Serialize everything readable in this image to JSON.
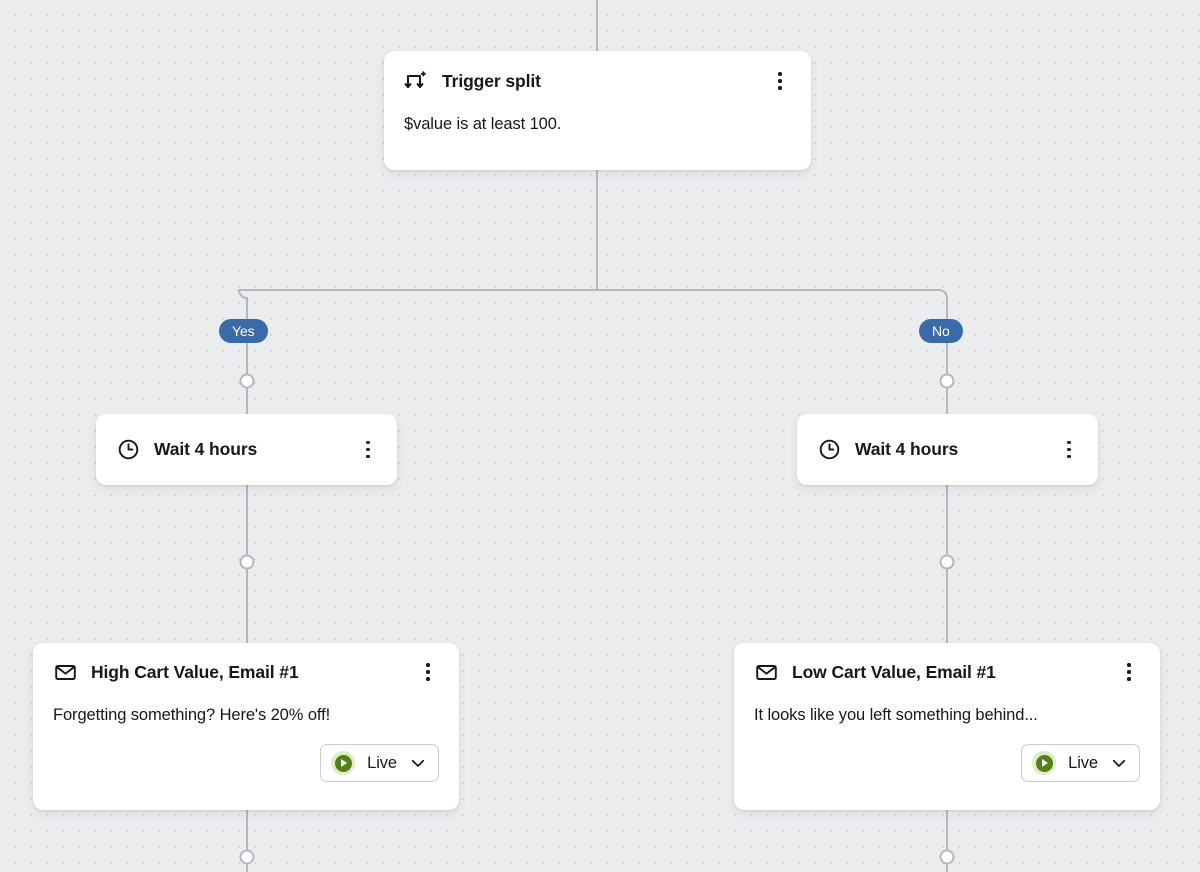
{
  "canvas": {
    "background_color": "#ebecee",
    "dot_color": "#d6d8dc",
    "edge_color": "#b4b7bd"
  },
  "nodes": {
    "trigger_split": {
      "icon": "split-branch-icon",
      "title": "Trigger split",
      "condition": "$value is at least 100.",
      "menu": "more-options"
    },
    "wait_yes": {
      "icon": "clock-icon",
      "title": "Wait 4 hours"
    },
    "wait_no": {
      "icon": "clock-icon",
      "title": "Wait 4 hours"
    },
    "email_yes": {
      "icon": "envelope-icon",
      "title": "High Cart Value, Email #1",
      "preview": "Forgetting something? Here's 20% off!",
      "status": {
        "label": "Live",
        "icon": "play-circle-icon",
        "accent_color": "#538019",
        "halo_color": "#ddeec3",
        "chevron": "chevron-down-icon"
      }
    },
    "email_no": {
      "icon": "envelope-icon",
      "title": "Low Cart Value, Email #1",
      "preview": "It looks like you left something behind...",
      "status": {
        "label": "Live",
        "icon": "play-circle-icon",
        "accent_color": "#538019",
        "halo_color": "#ddeec3",
        "chevron": "chevron-down-icon"
      }
    }
  },
  "branches": {
    "yes_label": "Yes",
    "no_label": "No",
    "badge_color": "#3b6aa8"
  }
}
